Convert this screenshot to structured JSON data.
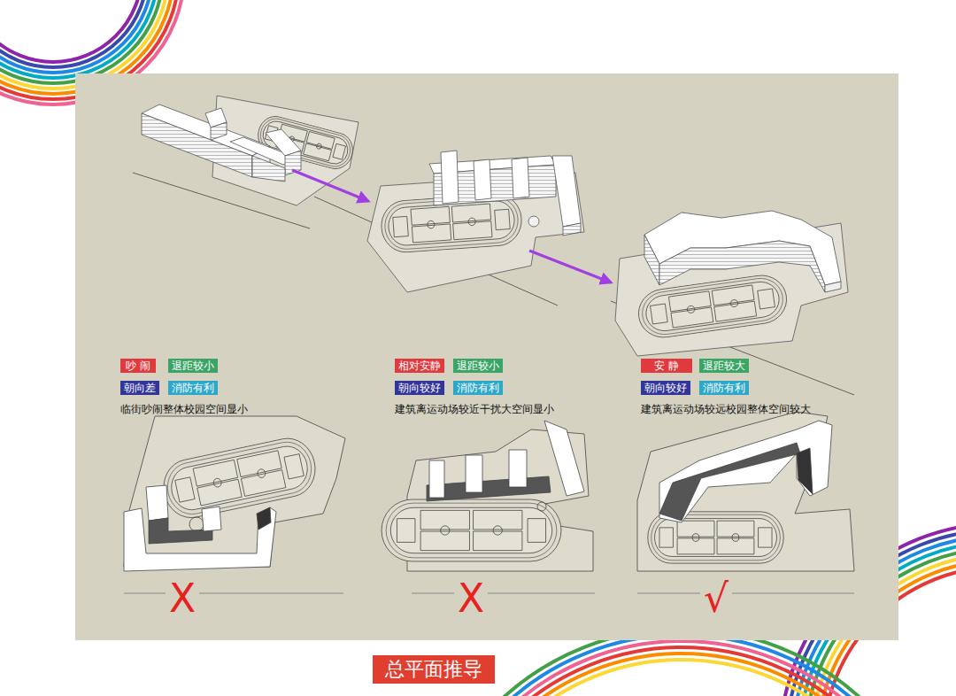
{
  "diagram": {
    "title": "总平面推导",
    "nodes": [
      {
        "text": [
          "吵 闹"
        ]
      },
      {
        "text": [
          "退距较小"
        ]
      },
      {
        "text": [
          "朝向差"
        ]
      },
      {
        "text": [
          "消防有利"
        ]
      },
      {
        "text": [
          "相对安静"
        ]
      },
      {
        "text": [
          "退距较小"
        ]
      },
      {
        "text": [
          "朝向较好"
        ]
      },
      {
        "text": [
          "消防有利"
        ]
      },
      {
        "text": [
          "安 静"
        ]
      },
      {
        "text": [
          "退距较大"
        ]
      },
      {
        "text": [
          "朝向较好"
        ]
      },
      {
        "text": [
          "消防有利"
        ]
      }
    ],
    "labels": [
      "临街吵闹整体校园空间显小",
      "建筑离运动场较近干扰大空间显小",
      "建筑离运动场较远校园整体空间较大",
      "X",
      "X",
      "√"
    ]
  }
}
